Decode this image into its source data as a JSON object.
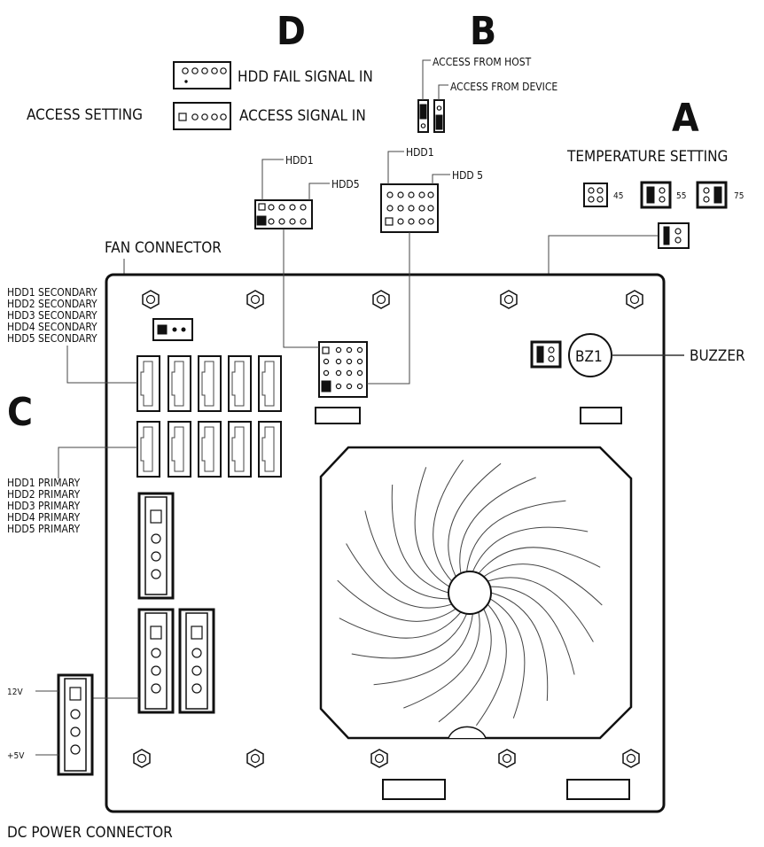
{
  "sections": {
    "a": "A",
    "b": "B",
    "c": "C",
    "d": "D"
  },
  "labels": {
    "access_setting": "ACCESS SETTING",
    "hdd_fail_signal_in": "HDD FAIL SIGNAL IN",
    "access_signal_in": "ACCESS SIGNAL IN",
    "access_from_host": "ACCESS FROM HOST",
    "access_from_device": "ACCESS FROM DEVICE",
    "temperature_setting": "TEMPERATURE SETTING",
    "temp_45": "45",
    "temp_55": "55",
    "temp_75": "75",
    "fan_connector": "FAN CONNECTOR",
    "buzzer": "BUZZER",
    "bz1": "BZ1",
    "dc_power_connector": "DC POWER CONNECTOR",
    "v12": "12V",
    "v5": "+5V",
    "hdd1_left": "HDD1",
    "hdd5_left": "HDD5",
    "hdd1_right": "HDD1",
    "hdd5_right": "HDD 5"
  },
  "secondary_labels": [
    "HDD1 SECONDARY",
    "HDD2 SECONDARY",
    "HDD3 SECONDARY",
    "HDD4 SECONDARY",
    "HDD5 SECONDARY"
  ],
  "primary_labels": [
    "HDD1 PRIMARY",
    "HDD2 PRIMARY",
    "HDD3 PRIMARY",
    "HDD4 PRIMARY",
    "HDD5 PRIMARY"
  ]
}
